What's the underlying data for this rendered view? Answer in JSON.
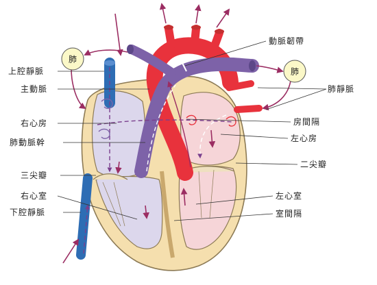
{
  "colors": {
    "artery": "#e8323c",
    "vein": "#7d62a8",
    "vena_cava": "#2e6db4",
    "heart_outer": "#f5dfae",
    "heart_outline": "#8c7a55",
    "left_chamber": "#f6d5d8",
    "right_chamber": "#dcd7ec",
    "lung_fill": "#fbf8c8",
    "flow_arrow": "#9b2d62",
    "flow_dash": "#7a3f8d"
  },
  "icons": {
    "lung": "circle-badge",
    "flow": "arrowhead"
  },
  "lung_left": "肺",
  "lung_right": "肺",
  "labels": {
    "aortic_ligament": "動脈韌帶",
    "superior_vena_cava": "上腔靜脈",
    "aorta": "主動脈",
    "pulmonary_veins": "肺靜脈",
    "atrial_septum": "房間隔",
    "right_atrium": "右心房",
    "left_atrium": "左心房",
    "pulmonary_trunk": "肺動脈幹",
    "mitral_valve": "二尖瓣",
    "tricuspid_valve": "三尖瓣",
    "right_ventricle": "右心室",
    "left_ventricle": "左心室",
    "inferior_vena_cava": "下腔靜脈",
    "ventricular_septum": "室間隔"
  }
}
